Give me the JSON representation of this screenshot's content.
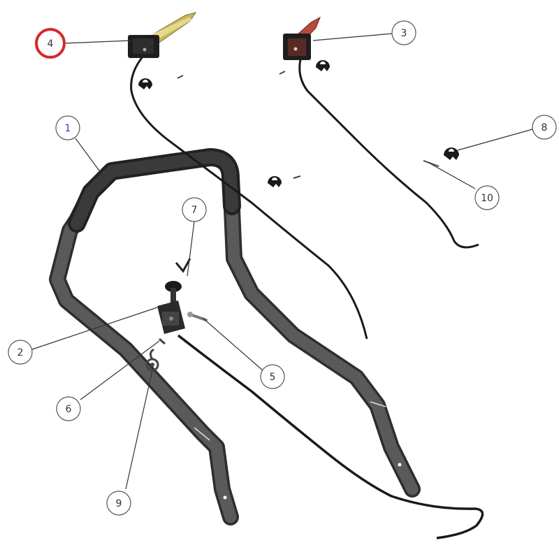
{
  "diagram": {
    "colors": {
      "background": "#ffffff",
      "tube": "#4a4a4a",
      "tube_dark": "#2c2c2c",
      "grip": "#333333",
      "cable": "#1a1a1a",
      "callout_stroke": "#555555",
      "lever_yellow": "#c9b85a",
      "lever_red": "#b84a3a",
      "highlight": "#d62828",
      "label_blue": "#1f4ea8"
    },
    "callouts": [
      {
        "id": "1",
        "label": "1",
        "part": "handle-tube"
      },
      {
        "id": "2",
        "label": "2",
        "part": "cable-clamp"
      },
      {
        "id": "3",
        "label": "3",
        "part": "red-control-lever"
      },
      {
        "id": "4",
        "label": "4",
        "part": "yellow-control-lever",
        "highlighted": true
      },
      {
        "id": "5",
        "label": "5",
        "part": "bolt"
      },
      {
        "id": "6",
        "label": "6",
        "part": "small-screw"
      },
      {
        "id": "7",
        "label": "7",
        "part": "spring-clip"
      },
      {
        "id": "8",
        "label": "8",
        "part": "cable-clip"
      },
      {
        "id": "9",
        "label": "9",
        "part": "ring-hook"
      },
      {
        "id": "10",
        "label": "10",
        "part": "pin"
      }
    ]
  }
}
